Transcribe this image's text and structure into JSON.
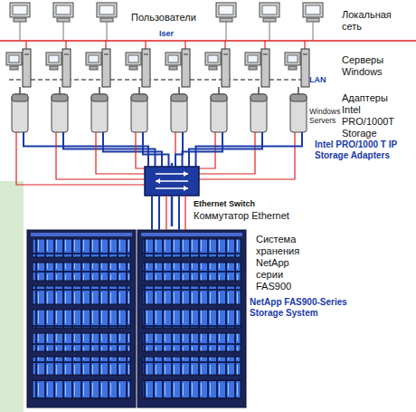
{
  "diagram": {
    "nodes": [
      {
        "text": [
          "Серверы Windows"
        ]
      },
      {
        "text": [
          "Адаптеры Intel PRO/1000T Storage",
          "Intel PRO/1000 T IP Storage Adapters"
        ]
      },
      {
        "text": [
          "Ethernet Switch",
          "Коммутатор Ethernet"
        ]
      },
      {
        "text": [
          "Система хранения NetApp серии FAS900",
          "NetApp FAS900-Series Storage System"
        ]
      }
    ],
    "edges": [
      {
        "from": 1,
        "to": 2,
        "arrow": "none"
      },
      {
        "from": 2,
        "to": 3,
        "arrow": "none"
      }
    ],
    "labels": [
      "Пользователи",
      "Локальная сеть",
      "Iser",
      "LAN",
      "Windows Servers"
    ]
  }
}
